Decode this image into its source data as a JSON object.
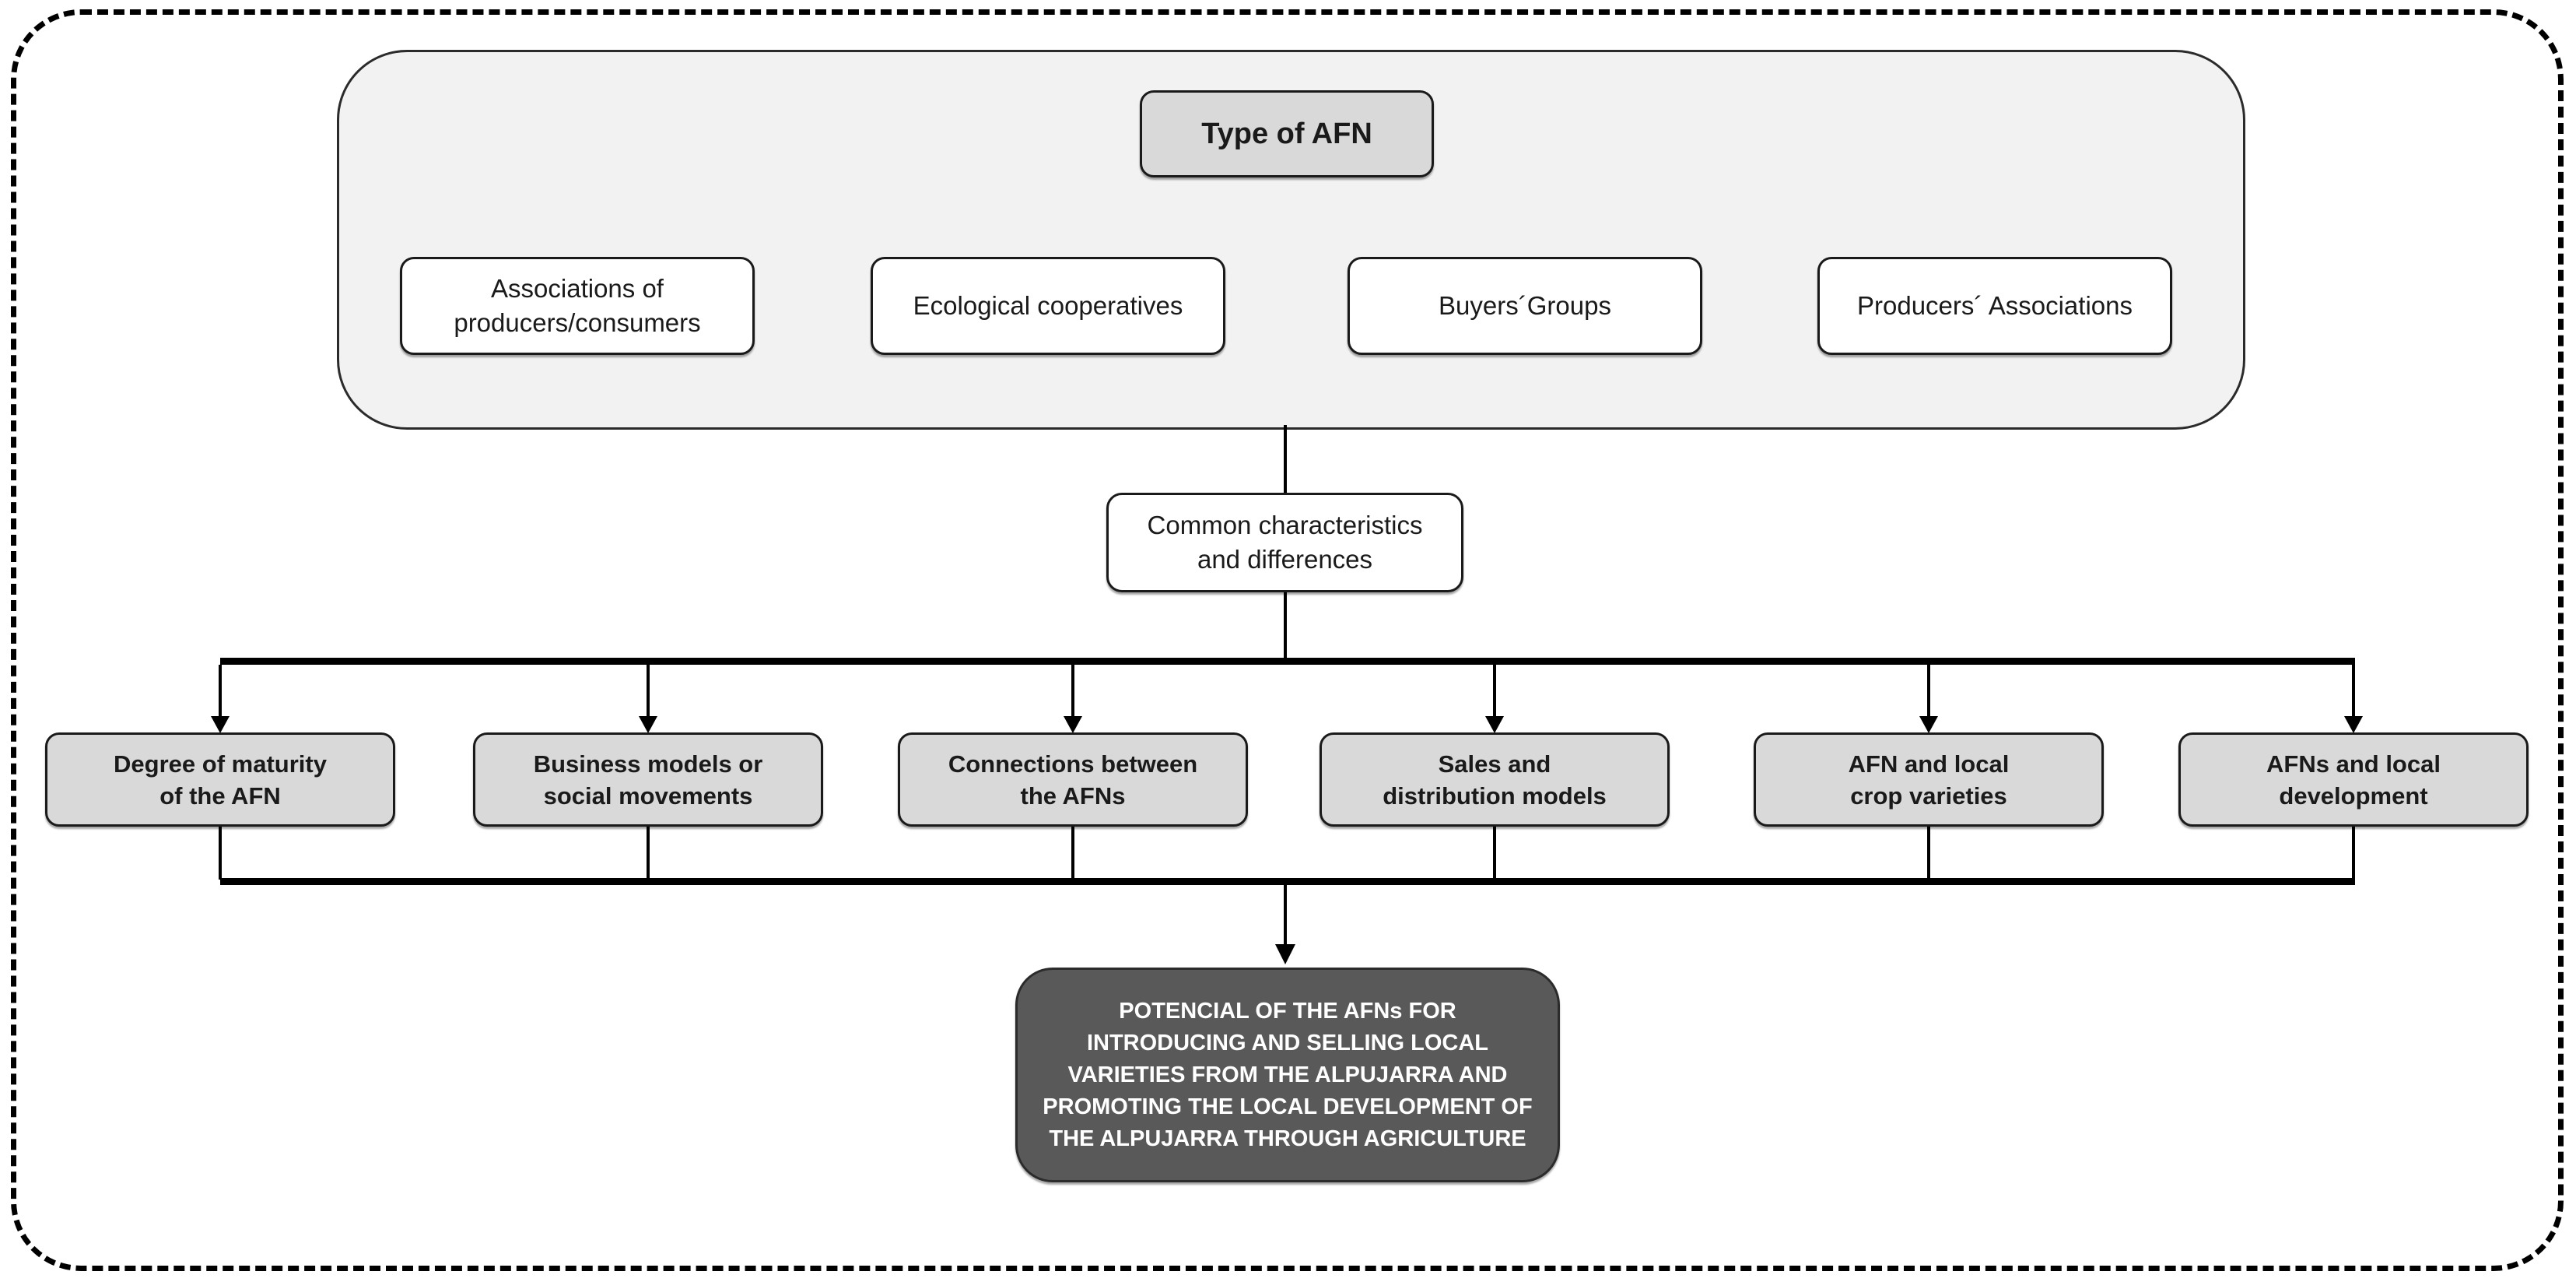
{
  "diagram": {
    "title_box": {
      "label": "Type of AFN"
    },
    "afn_types": [
      {
        "lines": [
          "Associations of",
          "producers/consumers"
        ]
      },
      {
        "lines": [
          "Ecological cooperatives"
        ]
      },
      {
        "lines": [
          "Buyers´Groups"
        ]
      },
      {
        "lines": [
          "Producers´ Associations"
        ]
      }
    ],
    "common_box": {
      "lines": [
        "Common characteristics",
        "and differences"
      ]
    },
    "characteristics": [
      {
        "lines": [
          "Degree of maturity",
          "of the AFN"
        ]
      },
      {
        "lines": [
          "Business models or",
          "social movements"
        ]
      },
      {
        "lines": [
          "Connections between",
          "the AFNs"
        ]
      },
      {
        "lines": [
          "Sales and",
          "distribution models"
        ]
      },
      {
        "lines": [
          "AFN and local",
          "crop varieties"
        ]
      },
      {
        "lines": [
          "AFNs and local",
          "development"
        ]
      }
    ],
    "outcome_box": {
      "lines": [
        "POTENCIAL OF THE AFNs FOR",
        "INTRODUCING AND SELLING LOCAL",
        "VARIETIES FROM THE ALPUJARRA AND",
        "PROMOTING THE LOCAL DEVELOPMENT OF",
        "THE ALPUJARRA THROUGH AGRICULTURE"
      ]
    },
    "colors": {
      "container_fill": "#f2f2f2",
      "box_gray_fill": "#d9d9d9",
      "outcome_fill": "#595959",
      "line_color": "#000000"
    }
  }
}
